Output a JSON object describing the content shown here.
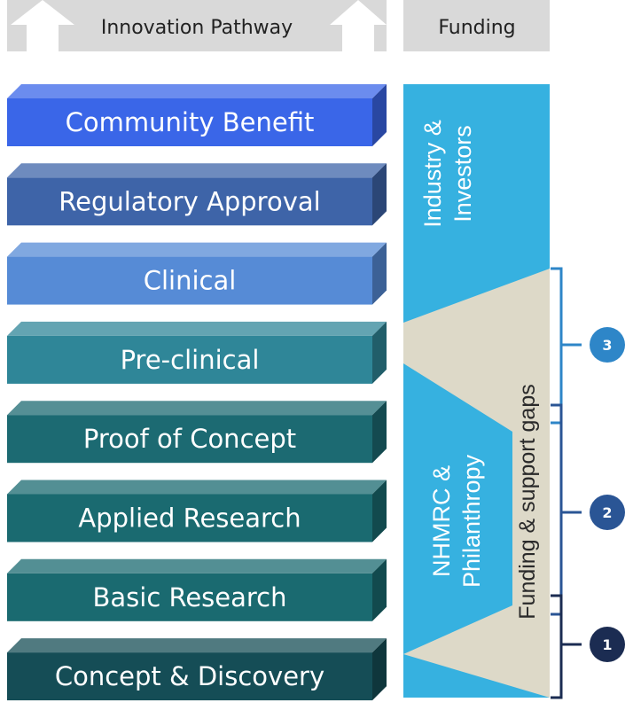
{
  "header": {
    "pathway_label": "Innovation Pathway",
    "funding_label": "Funding"
  },
  "pathway_steps": [
    {
      "label": "Community Benefit",
      "color": "#3a66e8"
    },
    {
      "label": "Regulatory Approval",
      "color": "#3e64a8"
    },
    {
      "label": "Clinical",
      "color": "#568bd6"
    },
    {
      "label": "Pre-clinical",
      "color": "#2f8698"
    },
    {
      "label": "Proof of Concept",
      "color": "#1c6a72"
    },
    {
      "label": "Applied Research",
      "color": "#1a6a70"
    },
    {
      "label": "Basic Research",
      "color": "#1a6a70"
    },
    {
      "label": "Concept & Discovery",
      "color": "#154d56"
    }
  ],
  "funding": {
    "industry_line1": "Industry &",
    "industry_line2": "Investors",
    "nhmrc_line1": "NHMRC &",
    "nhmrc_line2": "Philanthropy",
    "gap_label": "Funding & support gaps",
    "industry_color": "#36b1e0",
    "gap_color": "#ddd9c8"
  },
  "gap_markers": [
    {
      "number": "3",
      "color": "#2e86c8"
    },
    {
      "number": "2",
      "color": "#2a5595"
    },
    {
      "number": "1",
      "color": "#1b2c52"
    }
  ]
}
